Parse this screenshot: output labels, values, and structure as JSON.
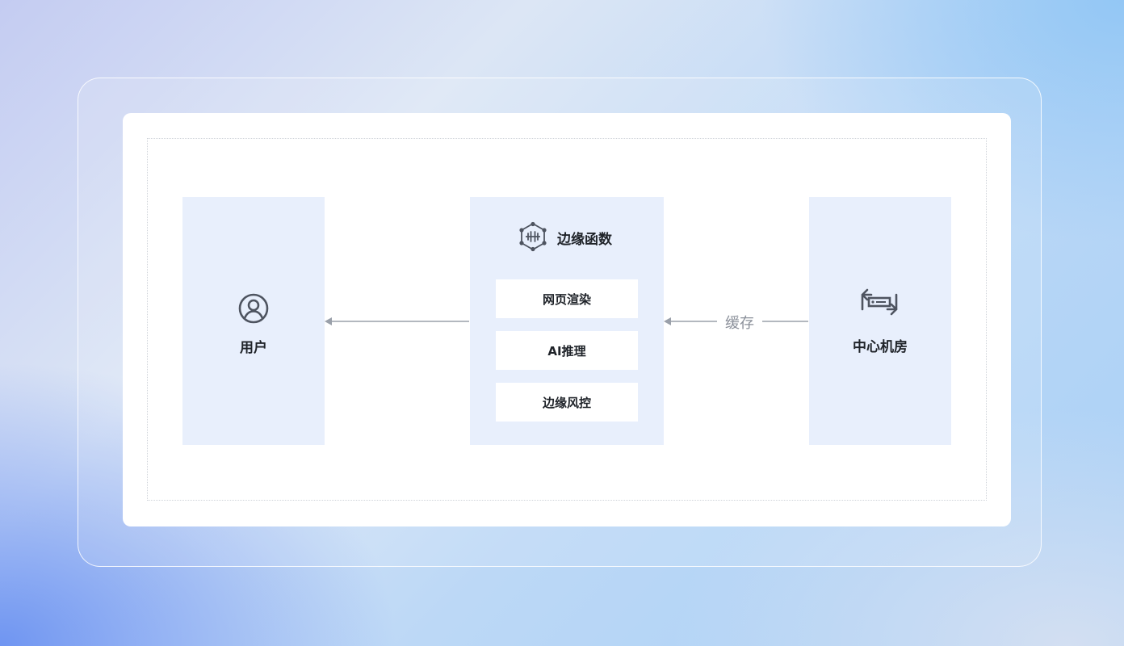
{
  "nodes": {
    "user": {
      "label": "用户",
      "icon": "user-icon"
    },
    "edge": {
      "title": "边缘函数",
      "icon": "edge-function-icon",
      "functions": [
        "网页渲染",
        "AI推理",
        "边缘风控"
      ]
    },
    "center": {
      "label": "中心机房",
      "icon": "datacenter-icon"
    }
  },
  "edges": {
    "center_to_edge_label": "缓存"
  },
  "colors": {
    "panel": "#e8effc",
    "arrow": "#8a8f99",
    "icon": "#4e5460",
    "text": "#1f2329"
  }
}
